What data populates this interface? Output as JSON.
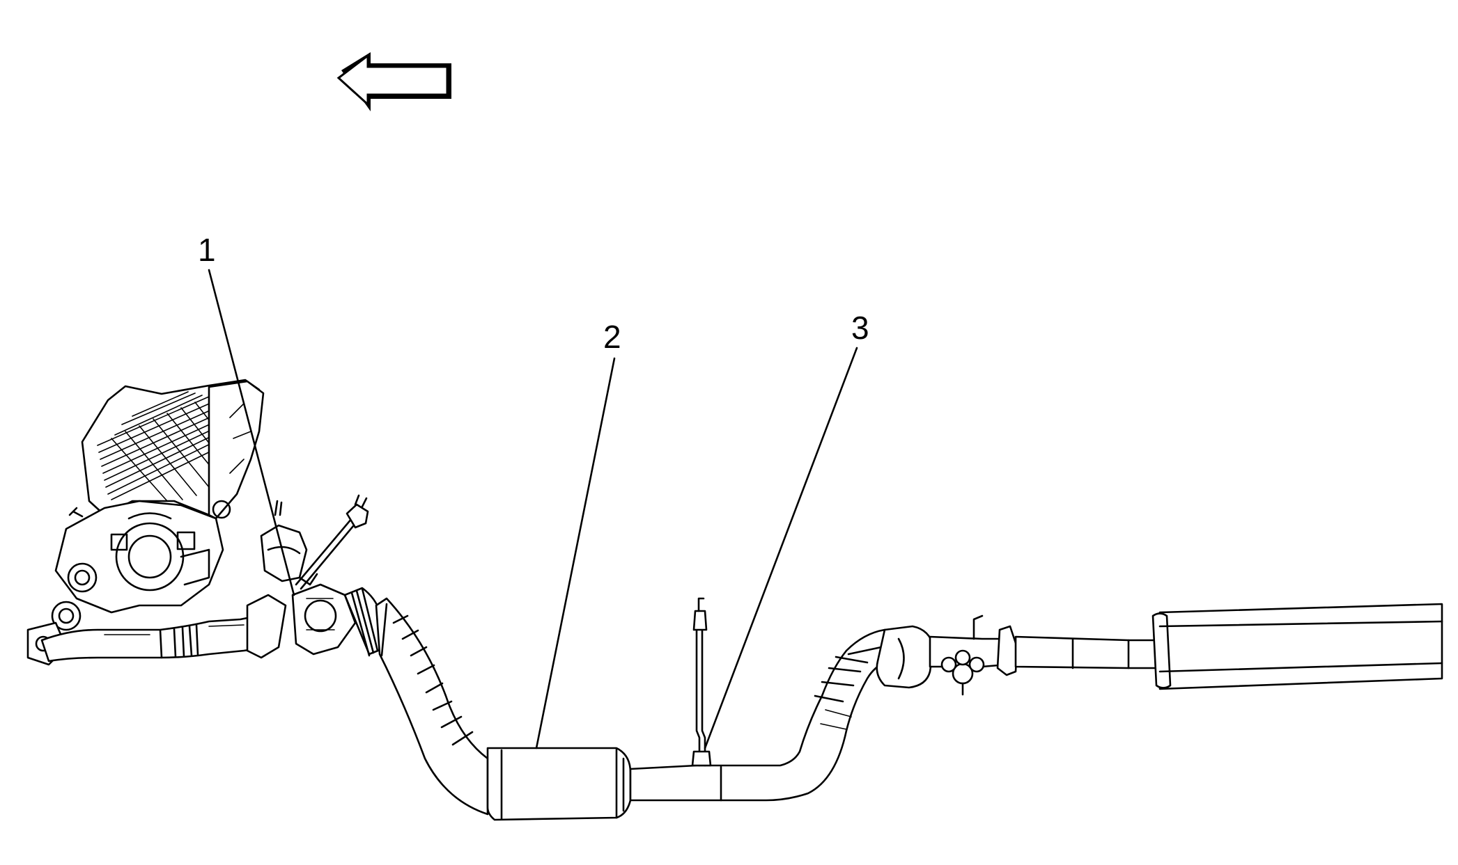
{
  "diagram": {
    "callouts": [
      {
        "id": "1",
        "label": "1"
      },
      {
        "id": "2",
        "label": "2"
      },
      {
        "id": "3",
        "label": "3"
      }
    ],
    "direction_arrow": "left-arrow-icon"
  }
}
